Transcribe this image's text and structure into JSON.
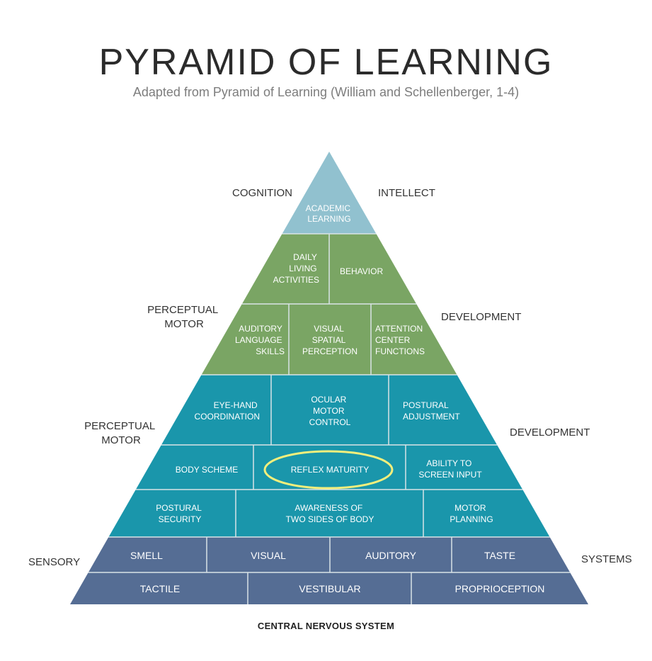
{
  "title": "PYRAMID OF LEARNING",
  "subtitle": "Adapted from Pyramid of Learning (William and Schellenberger, 1-4)",
  "colors": {
    "top": "#91c1cf",
    "green": "#7aa564",
    "teal": "#1a96ab",
    "slate": "#556d94",
    "divider": "#d9e3e6",
    "highlight": "#f3ef7c"
  },
  "pyramid": {
    "academic": [
      "ACADEMIC",
      "LEARNING"
    ],
    "daily_living": [
      "DAILY",
      "LIVING",
      "ACTIVITIES"
    ],
    "behavior": "BEHAVIOR",
    "auditory_language": [
      "AUDITORY",
      "LANGUAGE",
      "SKILLS"
    ],
    "visual_spatial": [
      "VISUAL",
      "SPATIAL",
      "PERCEPTION"
    ],
    "attention_center": [
      "ATTENTION",
      "CENTER",
      "FUNCTIONS"
    ],
    "eye_hand": [
      "EYE-HAND",
      "COORDINATION"
    ],
    "ocular_motor": [
      "OCULAR",
      "MOTOR",
      "CONTROL"
    ],
    "postural_adjustment": [
      "POSTURAL",
      "ADJUSTMENT"
    ],
    "body_scheme": "BODY SCHEME",
    "reflex_maturity": "REFLEX MATURITY",
    "screen_input": [
      "ABILITY TO",
      "SCREEN INPUT"
    ],
    "postural_security": [
      "POSTURAL",
      "SECURITY"
    ],
    "two_sides": [
      "AWARENESS OF",
      "TWO SIDES OF BODY"
    ],
    "motor_planning": [
      "MOTOR",
      "PLANNING"
    ],
    "smell": "SMELL",
    "visual": "VISUAL",
    "auditory": "AUDITORY",
    "taste": "TASTE",
    "tactile": "TACTILE",
    "vestibular": "VESTIBULAR",
    "proprioception": "PROPRIOCEPTION"
  },
  "side_labels": {
    "cognition": "COGNITION",
    "intellect": "INTELLECT",
    "perceptual_motor_upper": [
      "PERCEPTUAL",
      "MOTOR"
    ],
    "development_upper": "DEVELOPMENT",
    "perceptual_motor_lower": [
      "PERCEPTUAL",
      "MOTOR"
    ],
    "development_lower": "DEVELOPMENT",
    "sensory": "SENSORY",
    "systems": "SYSTEMS"
  },
  "footer": "CENTRAL NERVOUS SYSTEM"
}
